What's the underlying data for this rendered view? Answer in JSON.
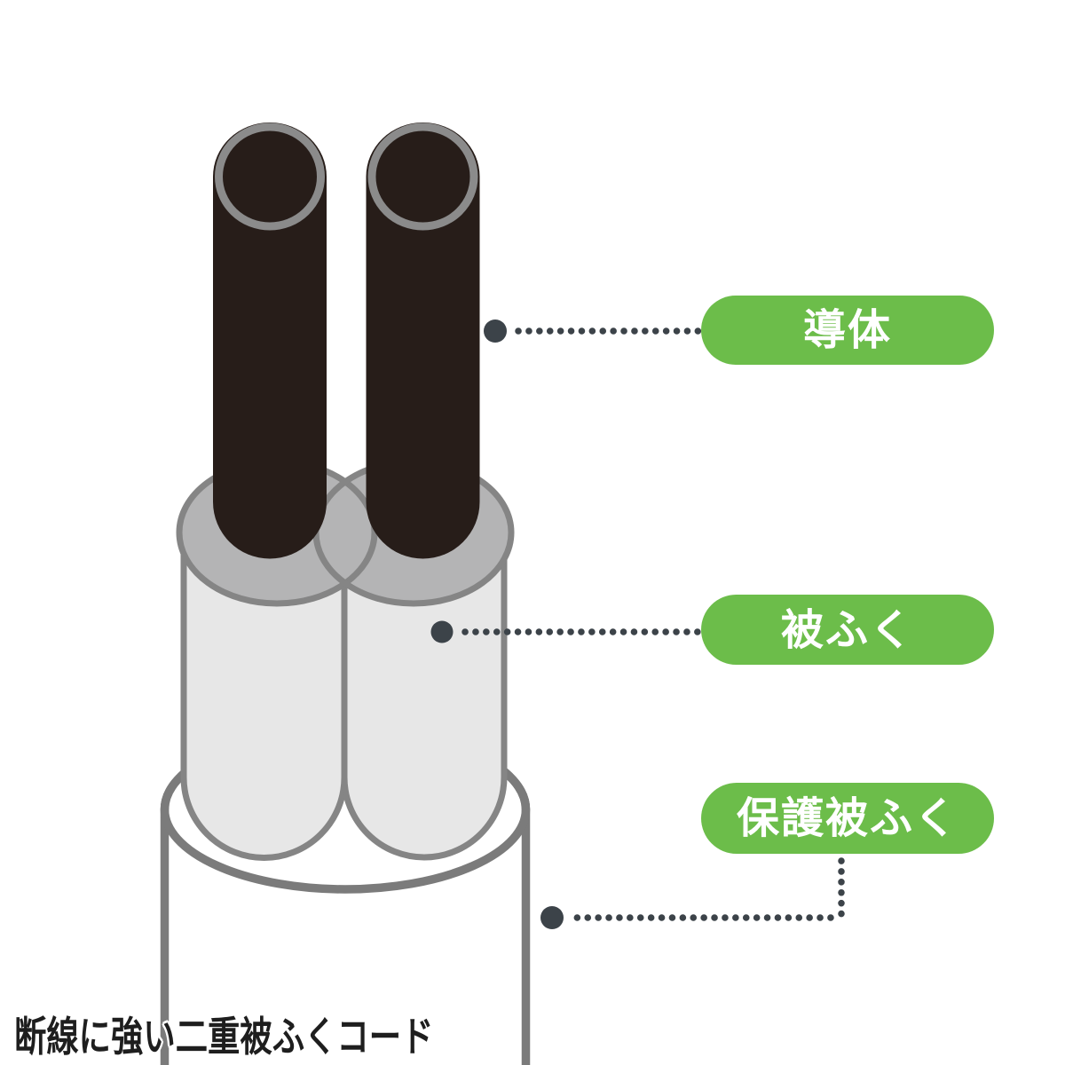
{
  "figure": {
    "caption": "断線に強い二重被ふくコード",
    "labels": [
      {
        "id": "conductor",
        "text": "導体"
      },
      {
        "id": "insulation",
        "text": "被ふく"
      },
      {
        "id": "protective-insulation",
        "text": "保護被ふく"
      }
    ],
    "colors": {
      "label_bg": "#6cbd4a",
      "label_text": "#ffffff",
      "leader": "#3c4349",
      "conductor": "#271d19",
      "conductor_rim": "#8b8b8b",
      "insulation_fill": "#e7e7e7",
      "insulation_cap": "#b4b4b5",
      "insulation_stroke": "#858585",
      "sheath_fill": "#ffffff",
      "sheath_stroke": "#7b7b7b",
      "caption_text": "#1e1e1e",
      "page_bg": "#ffffff"
    }
  }
}
